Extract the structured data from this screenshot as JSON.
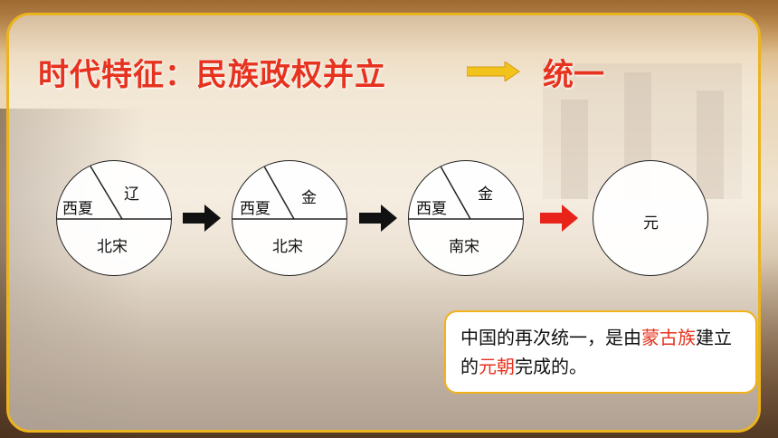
{
  "title": {
    "left": "时代特征：民族政权并立",
    "right": "统一"
  },
  "circles": [
    {
      "regions": [
        "西夏",
        "辽",
        "北宋"
      ]
    },
    {
      "regions": [
        "西夏",
        "金",
        "北宋"
      ]
    },
    {
      "regions": [
        "西夏",
        "金",
        "南宋"
      ]
    },
    {
      "regions": [
        "元"
      ]
    }
  ],
  "note": {
    "part1": "中国的再次统一，是由",
    "highlight1": "蒙古族",
    "part2": "建立的",
    "highlight2": "元朝",
    "part3": "完成的。"
  },
  "colors": {
    "title": "#e6321e",
    "frame": "#ebb41f",
    "arrow_title": "#f2c31a",
    "arrow_black": "#111111",
    "arrow_red": "#e8231a",
    "highlight": "#e6321e"
  },
  "icons": [
    "arrow-right-icon"
  ]
}
